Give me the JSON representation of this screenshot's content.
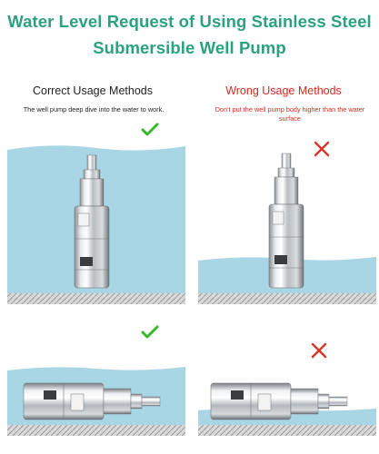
{
  "header": {
    "title_line1": "Water Level Request of Using Stainless Steel",
    "title_line2": "Submersible Well Pump"
  },
  "correct": {
    "heading": "Correct Usage Methods",
    "note": "The well pump deep dive into the water to work."
  },
  "wrong": {
    "heading": "Wrong Usage Methods",
    "note": "Don't put the well pump body higher than the water surface"
  },
  "marks": {
    "correct_icon": "check-icon",
    "wrong_icon": "cross-icon"
  },
  "colors": {
    "title": "#2aa27e",
    "wrong_text": "#d22a20",
    "check": "#36b72c",
    "cross": "#d9352a",
    "water": "#a8d6e4"
  }
}
